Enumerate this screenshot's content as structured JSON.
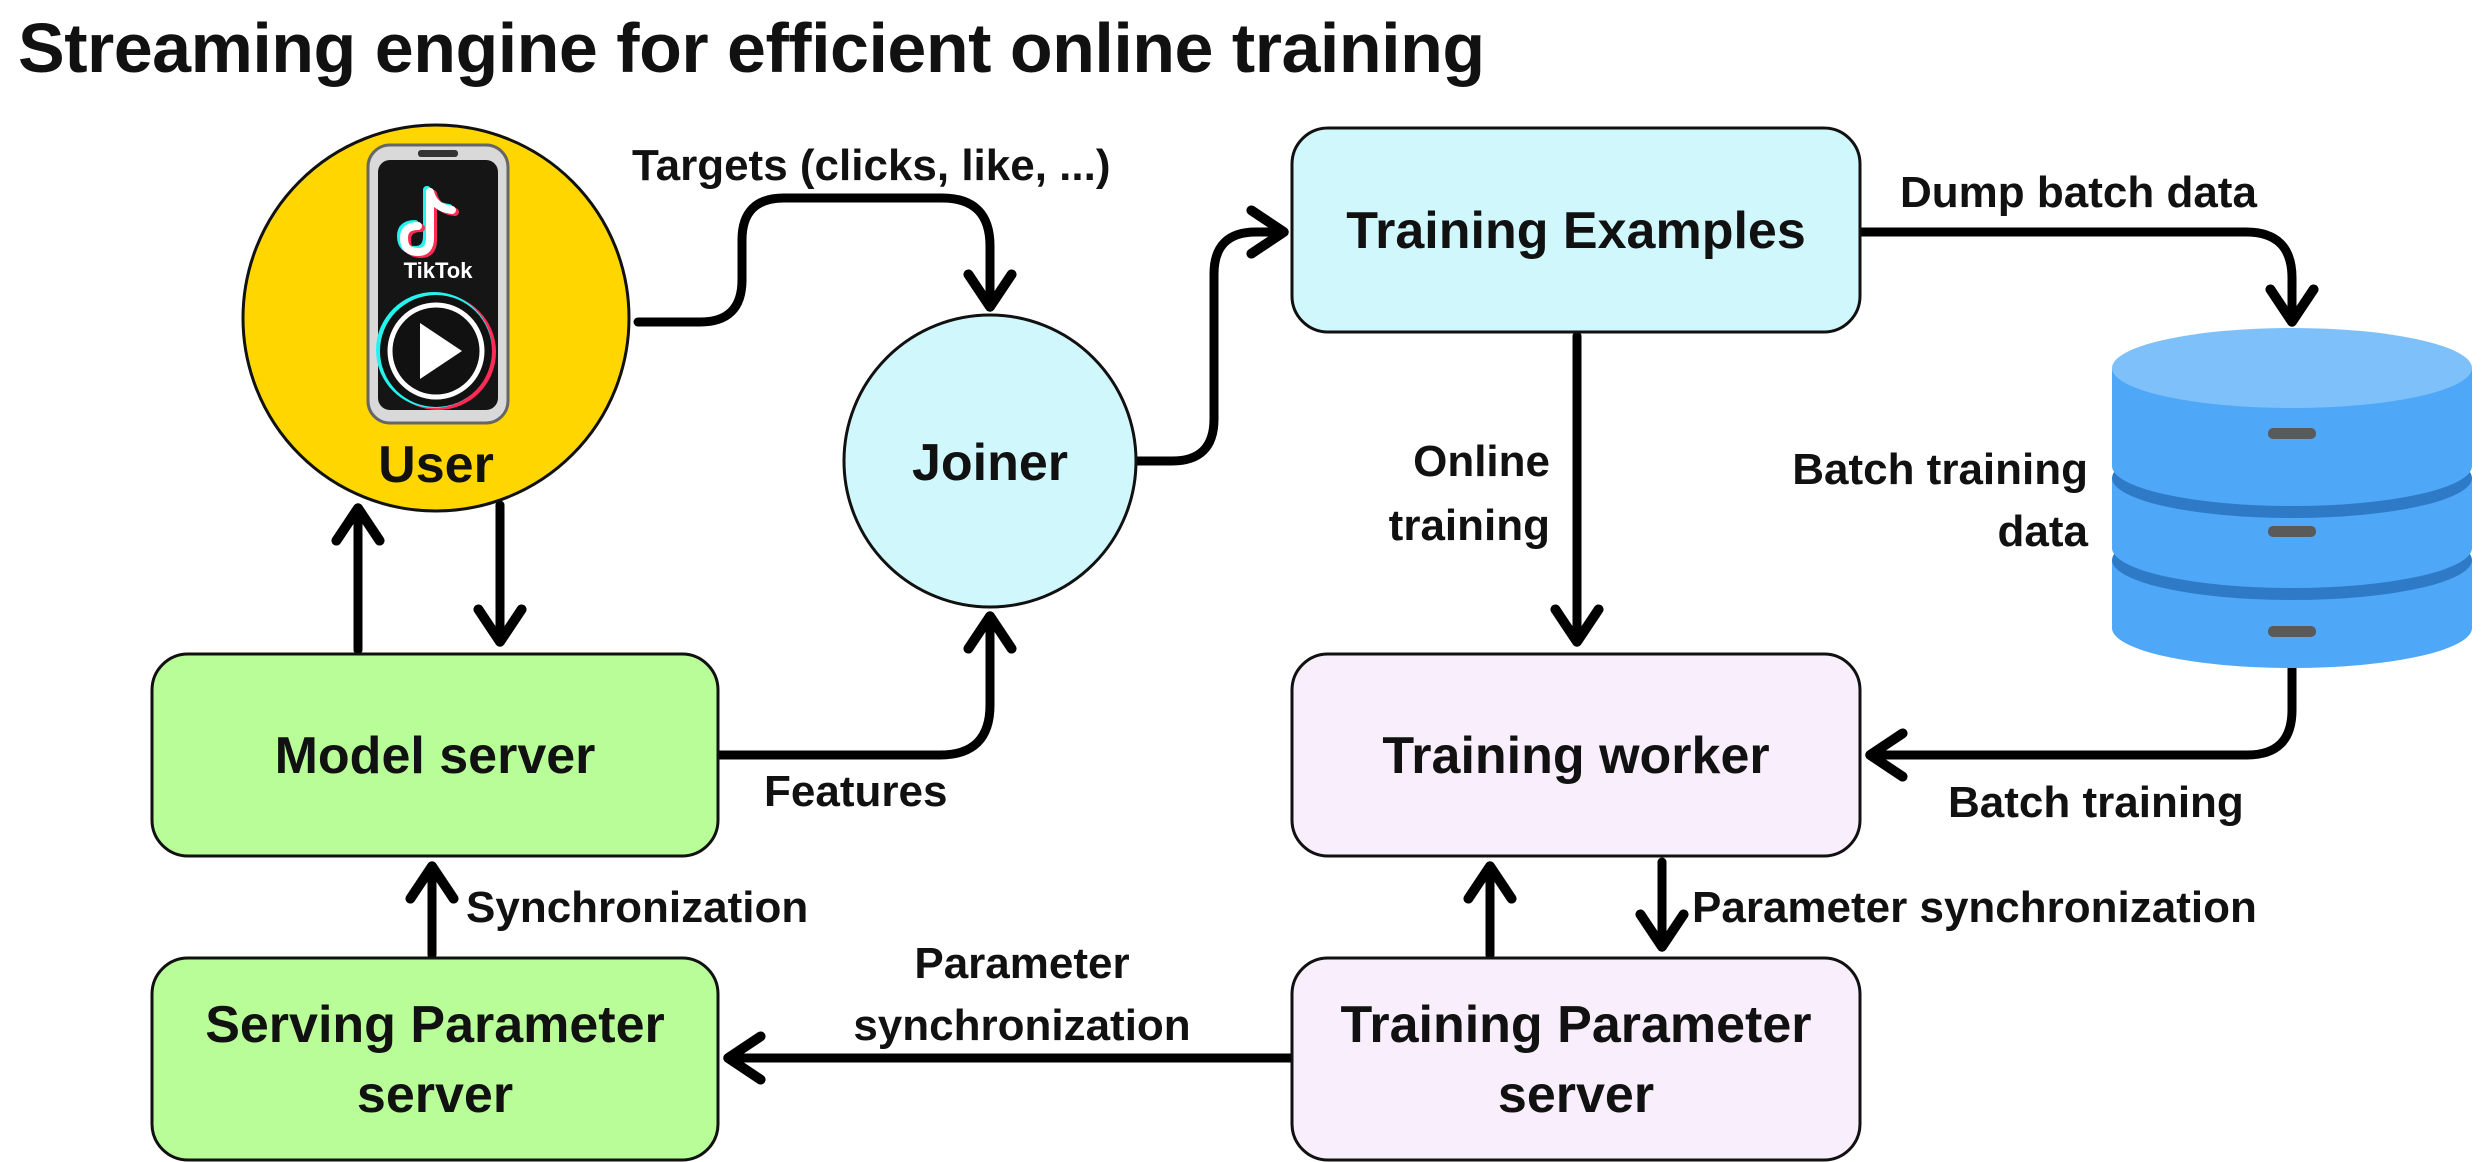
{
  "title": "Streaming engine for efficient online training",
  "nodes": {
    "user": "User",
    "user_app": "TikTok",
    "joiner": "Joiner",
    "training_examples": "Training Examples",
    "model_server": "Model server",
    "training_worker": "Training worker",
    "serving_param_line1": "Serving Parameter",
    "serving_param_line2": "server",
    "training_param_line1": "Training Parameter",
    "training_param_line2": "server"
  },
  "edges": {
    "targets": "Targets (clicks, like, ...)",
    "features": "Features",
    "dump_batch": "Dump batch data",
    "online_line1": "Online",
    "online_line2": "training",
    "batch_data_line1": "Batch training",
    "batch_data_line2": "data",
    "batch_training": "Batch training",
    "sync": "Synchronization",
    "param_sync_right": "Parameter synchronization",
    "param_sync_left_line1": "Parameter",
    "param_sync_left_line2": "synchronization"
  },
  "colors": {
    "user_circle": "#FFD600",
    "cyan_fill": "#D0F8FC",
    "green_fill": "#B9FD99",
    "pink_fill": "#F9EEFC",
    "db_light": "#4EA8F7",
    "db_dark": "#2E7AC7",
    "db_top": "#7EC0FA"
  }
}
